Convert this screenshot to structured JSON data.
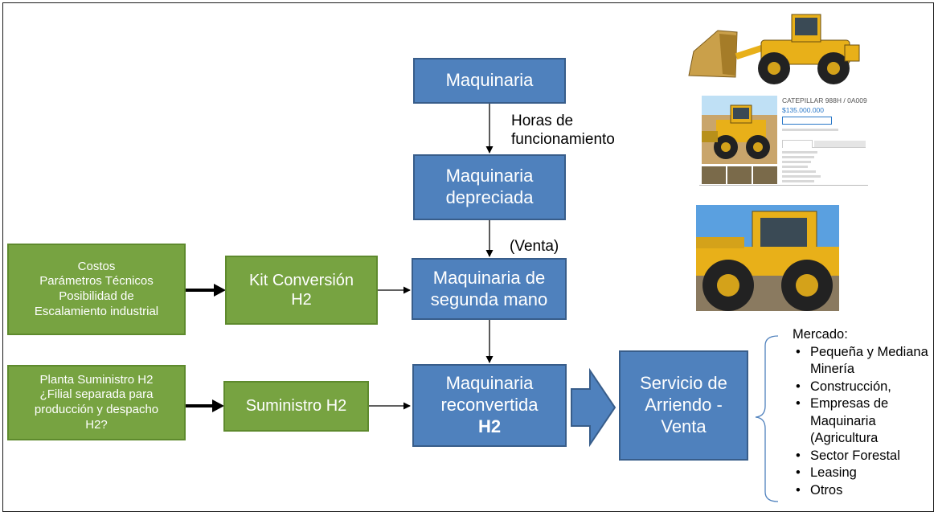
{
  "boxes": {
    "maquinaria": "Maquinaria",
    "depreciada_l1": "Maquinaria",
    "depreciada_l2": "depreciada",
    "segunda_l1": "Maquinaria de",
    "segunda_l2": "segunda mano",
    "reconvertida_l1": "Maquinaria",
    "reconvertida_l2": "reconvertida",
    "reconvertida_l3": "H2",
    "servicio_l1": "Servicio de",
    "servicio_l2": "Arriendo -",
    "servicio_l3": "Venta",
    "kit_l1": "Kit Conversión",
    "kit_l2": "H2",
    "suministro": "Suministro H2",
    "costos_l1": "Costos",
    "costos_l2": "Parámetros Técnicos",
    "costos_l3": "Posibilidad de",
    "costos_l4": "Escalamiento industrial",
    "planta_l1": "Planta Suministro H2",
    "planta_l2": "¿Filial separada para",
    "planta_l3": "producción y despacho",
    "planta_l4": "H2?"
  },
  "edge_labels": {
    "horas_l1": "Horas de",
    "horas_l2": "funcionamiento",
    "venta": "(Venta)"
  },
  "market": {
    "title": "Mercado:",
    "items": [
      "Pequeña y Mediana Minería",
      "Construcción,",
      "Empresas de Maquinaria (Agricultura",
      "Sector Forestal",
      "Leasing",
      "Otros"
    ]
  },
  "listing": {
    "title": "CATEPILLAR 988H / 0A009",
    "price": "$135.000.000"
  },
  "colors": {
    "blue_box": "#4f81bd",
    "green_box": "#77a341",
    "machine_yellow": "#e8b019"
  }
}
